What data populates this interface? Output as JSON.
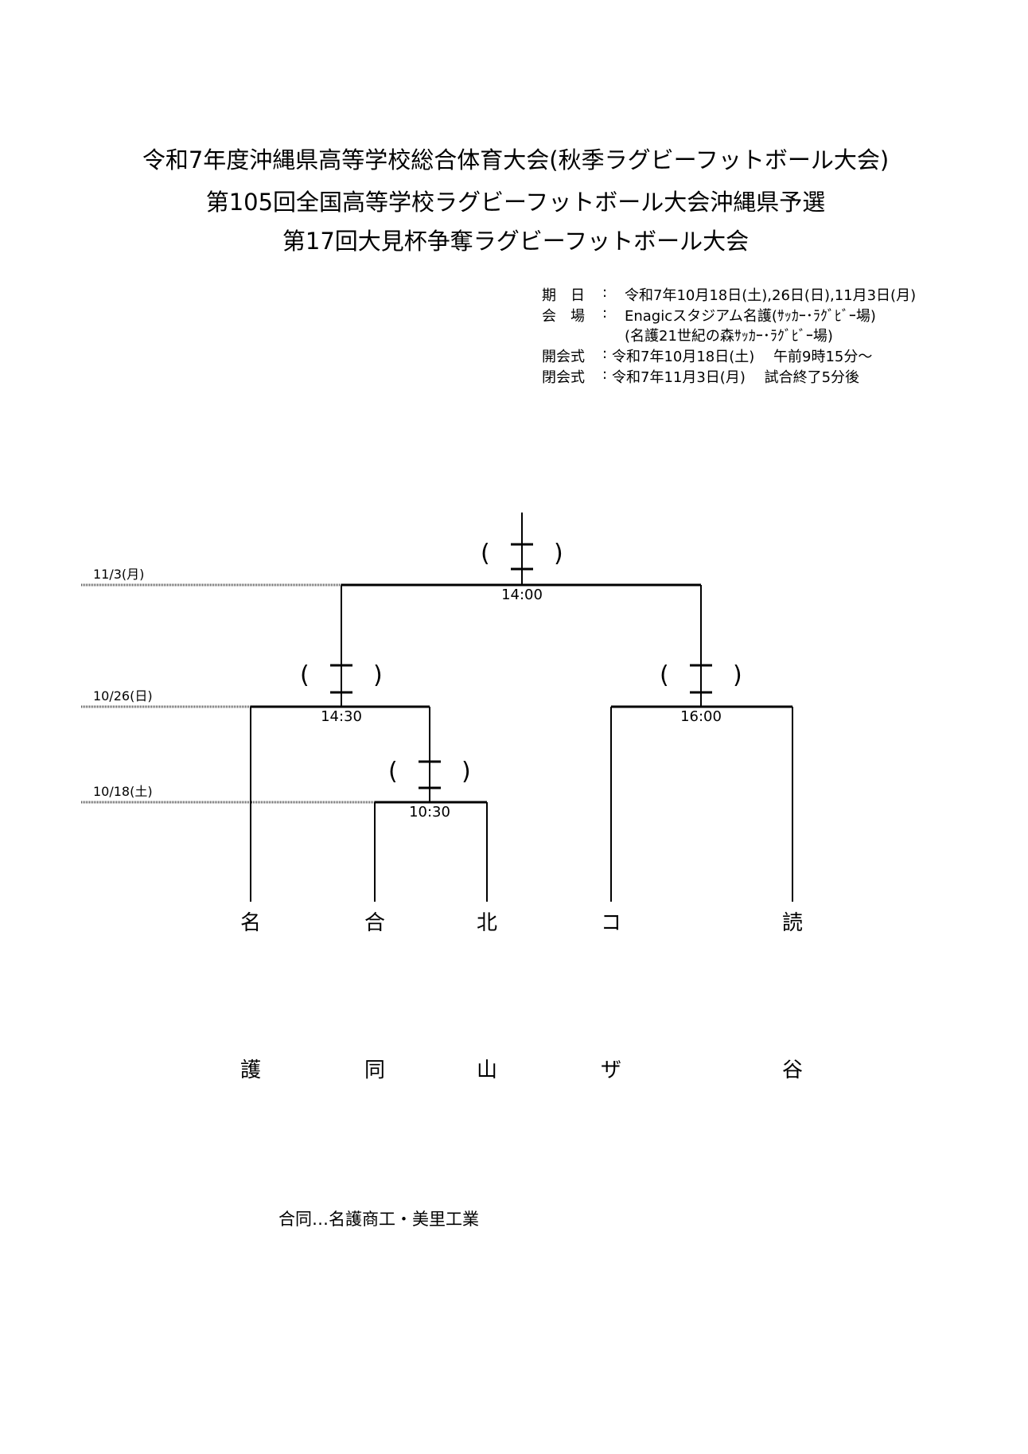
{
  "titles": [
    "令和7年度沖縄県高等学校総合体育大会(秋季ラグビーフットボール大会)",
    "第105回全国高等学校ラグビーフットボール大会沖縄県予選",
    "第17回大見杯争奪ラグビーフットボール大会"
  ],
  "info": {
    "date_label": "期　日",
    "date_value": "令和7年10月18日(土),26日(日),11月3日(月)",
    "venue_label": "会　場",
    "venue_value": "Enagicスタジアム名護(ｻｯｶｰ･ﾗｸﾞﾋﾞｰ場)",
    "venue_value2": "(名護21世紀の森ｻｯｶｰ･ﾗｸﾞﾋﾞｰ場)",
    "opening_label": "開会式",
    "opening_value": "令和7年10月18日(土)　 午前9時15分～",
    "closing_label": "閉会式",
    "closing_value": "令和7年11月3日(月)　 試合終了5分後",
    "colon": ":"
  },
  "rounds": [
    {
      "date": "11/3(月)",
      "time": "14:00"
    },
    {
      "date": "10/26(日)",
      "time_left": "14:30",
      "time_right": "16:00"
    },
    {
      "date": "10/18(土)",
      "time": "10:30"
    }
  ],
  "score_parens": {
    "open": "(",
    "close": ")"
  },
  "teams": [
    {
      "line1": "名",
      "line2": "護"
    },
    {
      "line1": "合",
      "line2": "同"
    },
    {
      "line1": "北",
      "line2": "山"
    },
    {
      "line1": "コ",
      "line2": "ザ"
    },
    {
      "line1": "読",
      "line2": "谷"
    }
  ],
  "footnote": "合同…名護商工・美里工業"
}
